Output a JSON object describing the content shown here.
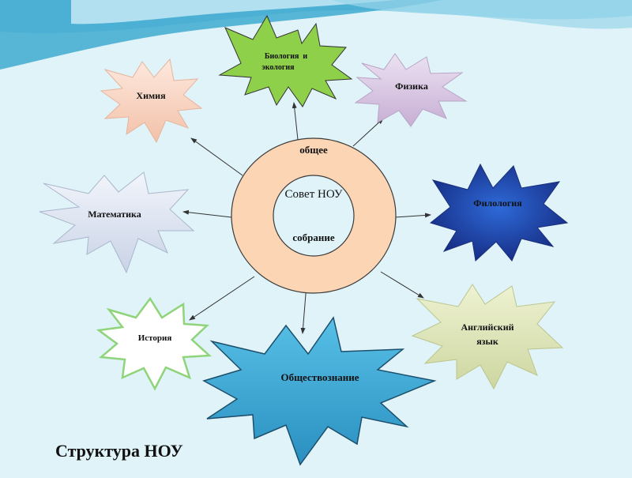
{
  "title": "Структура НОУ",
  "center": {
    "top_label": "общее",
    "middle_label": "Совет НОУ",
    "bottom_label": "собрание"
  },
  "nodes": {
    "biology": {
      "line1": "Биология  и",
      "line2": "экология"
    },
    "physics": {
      "label": "Физика"
    },
    "chemistry": {
      "label": "Химия"
    },
    "math": {
      "label": "Математика"
    },
    "philology": {
      "label": "Филология"
    },
    "english": {
      "line1": "Английский",
      "line2": "язык"
    },
    "history": {
      "label": "История"
    },
    "social": {
      "label": "Обществознание"
    }
  },
  "colors": {
    "background": "#dff3f8",
    "ring": "#fcd5b5",
    "biology": "#8ed04a",
    "physics": "#d8c4e0",
    "chemistry": "#f9d8c8",
    "math": "#dfe6f2",
    "philology": "#1e3a9c",
    "english": "#dfe6b4",
    "history": "#ffffff",
    "social": "#3aa7d4"
  }
}
